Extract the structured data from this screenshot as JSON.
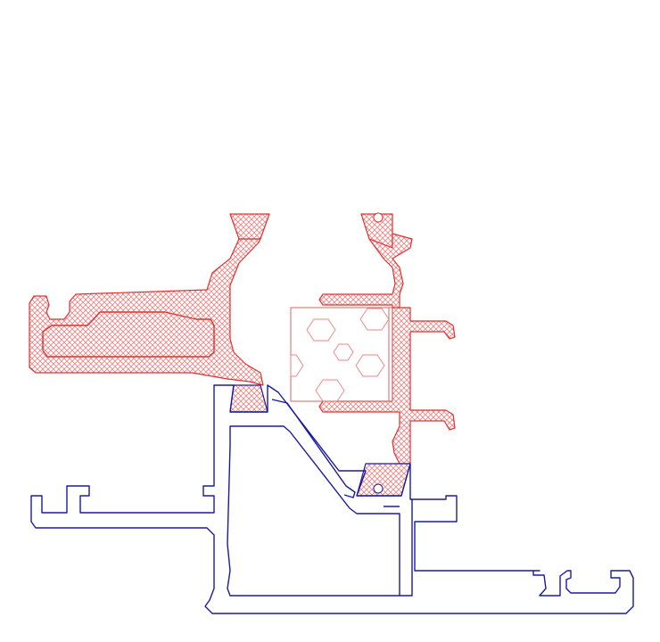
{
  "drawing": {
    "colors": {
      "background": "#ffffff",
      "upper_profile": "#a01010",
      "thermal_break": "#e03030",
      "thermal_break_hatch": "#f07070",
      "glass_insert": "#e06060",
      "lower_profile": "#1a1aa0"
    },
    "parts": [
      "upper-aluminium-profile",
      "thermal-break-polyamide",
      "insulating-insert",
      "lower-aluminium-profile"
    ]
  }
}
